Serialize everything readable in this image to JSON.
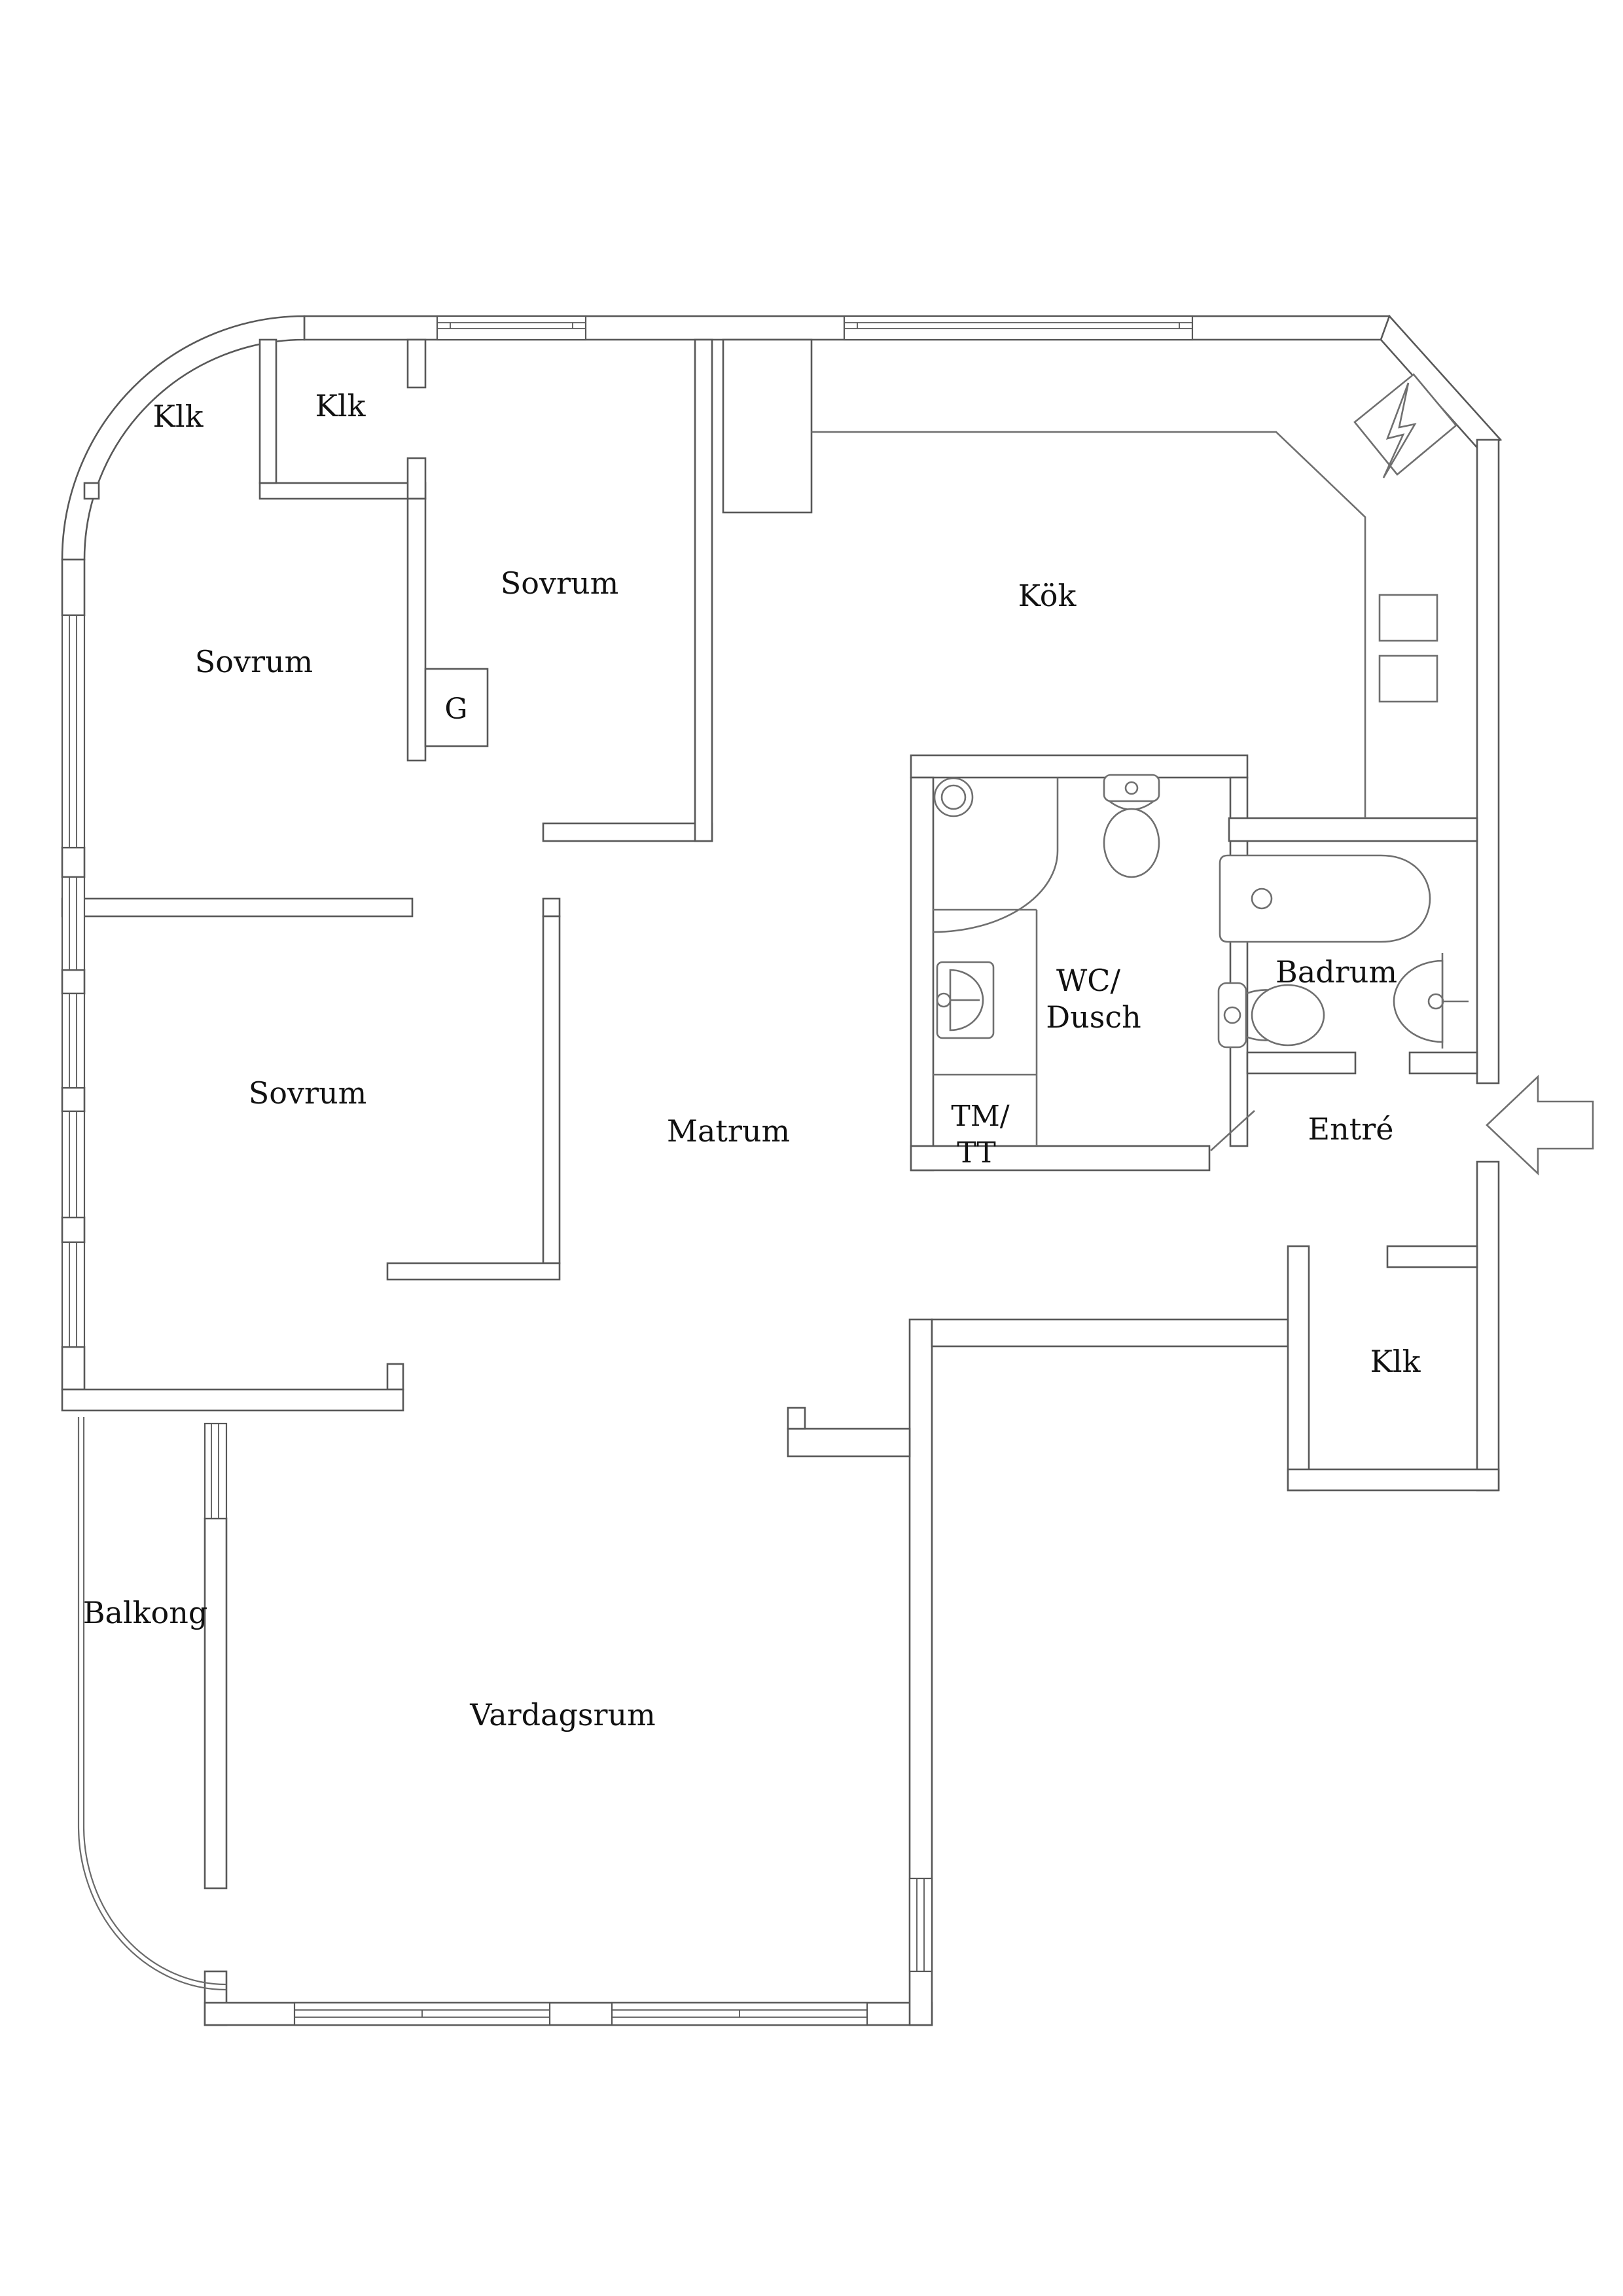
{
  "document": {
    "type": "apartment floor plan",
    "language": "Swedish",
    "style": "CAD line drawing, white background"
  },
  "colors": {
    "background": "#ffffff",
    "wall_line": "#585858",
    "fixture_line": "#6f6f6f",
    "label_text": "#111111"
  },
  "labels": {
    "closet_top_left": "Klk",
    "closet_top": "Klk",
    "bedroom_top": "Sovrum",
    "kitchen": "Kök",
    "bedroom_left": "Sovrum",
    "wardrobe": "G",
    "bedroom_middle": "Sovrum",
    "dining_room": "Matrum",
    "wc_shower_line1": "WC/",
    "wc_shower_line2": "Dusch",
    "bathroom": "Badrum",
    "laundry_line1": "TM/",
    "laundry_line2": "TT",
    "entrance": "Entré",
    "closet_hall": "Klk",
    "balcony": "Balkong",
    "living_room": "Vardagsrum"
  },
  "symbols": {
    "entrance_arrow": "arrow pointing left into entrance door",
    "electric_symbol": "lightning bolt in diamond at kitchen corner",
    "fixtures": [
      "bathtub",
      "toilet",
      "washbasin",
      "shower-drain",
      "kitchen-appliances"
    ]
  }
}
